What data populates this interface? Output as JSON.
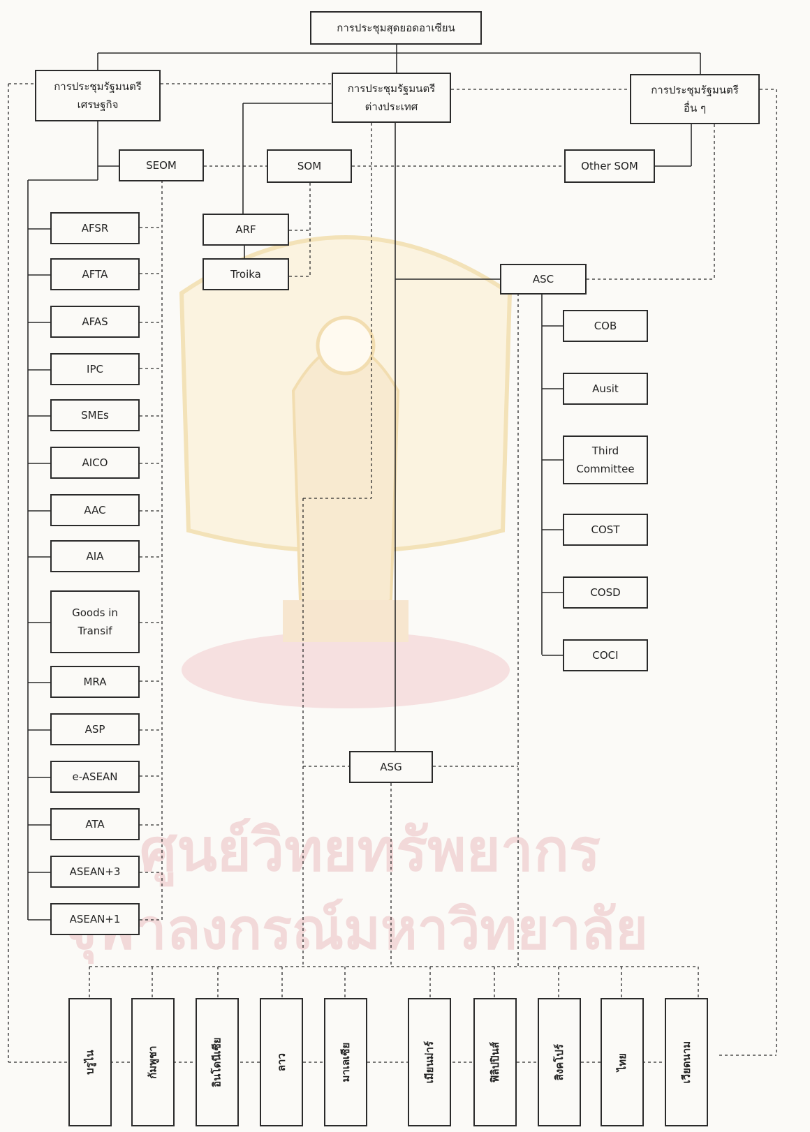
{
  "top": {
    "summit": "การประชุมสุดยอดอาเซียน",
    "economic_ministers": [
      "การประชุมรัฐมนตรี",
      "เศรษฐกิจ"
    ],
    "foreign_ministers": [
      "การประชุมรัฐมนตรี",
      "ต่างประเทศ"
    ],
    "other_ministers": [
      "การประชุมรัฐมนตรี",
      "อื่น ๆ"
    ]
  },
  "senior": {
    "seom": "SEOM",
    "som": "SOM",
    "other_som": "Other SOM"
  },
  "som_children": [
    "ARF",
    "Troika"
  ],
  "asc": "ASC",
  "asg": "ASG",
  "seom_children": [
    [
      "AFSR"
    ],
    [
      "AFTA"
    ],
    [
      "AFAS"
    ],
    [
      "IPC"
    ],
    [
      "SMEs"
    ],
    [
      "AICO"
    ],
    [
      "AAC"
    ],
    [
      "AIA"
    ],
    [
      "Goods in",
      "Transif"
    ],
    [
      "MRA"
    ],
    [
      "ASP"
    ],
    [
      "e-ASEAN"
    ],
    [
      "ATA"
    ],
    [
      "ASEAN+3"
    ],
    [
      "ASEAN+1"
    ]
  ],
  "asc_children": [
    [
      "COB"
    ],
    [
      "Ausit"
    ],
    [
      "Third",
      "Committee"
    ],
    [
      "COST"
    ],
    [
      "COSD"
    ],
    [
      "COCI"
    ]
  ],
  "countries": [
    "บรูไน",
    "กัมพูชา",
    "อินโดนีเซีย",
    "ลาว",
    "มาเลเซีย",
    "เมียนม่าร์",
    "ฟิลิปปินส์",
    "สิงคโปร์",
    "ไทย",
    "เวียดนาม"
  ],
  "watermark": {
    "line1": "ศูนย์วิทยทรัพยากร",
    "line2": "จุฬาลงกรณ์มหาวิทยาลัย"
  }
}
